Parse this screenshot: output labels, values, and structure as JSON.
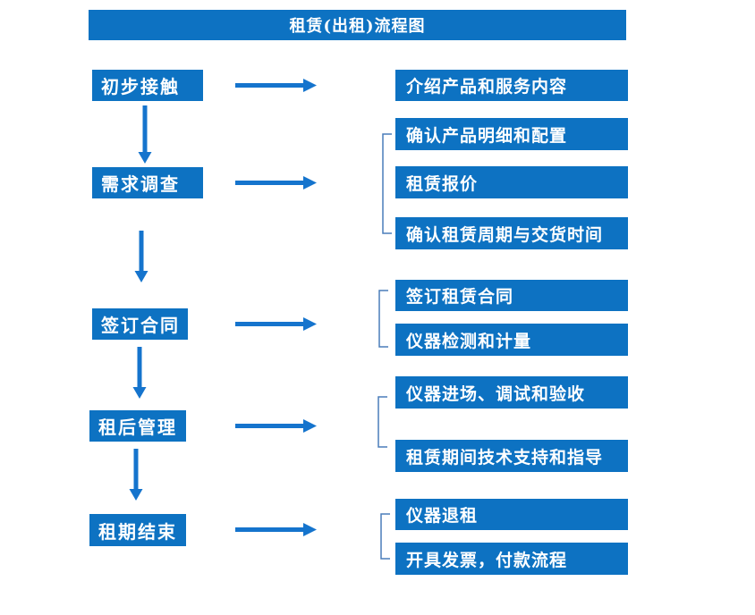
{
  "title": "租赁(出租)流程图",
  "colors": {
    "box_blue": "#0d72c2",
    "arrow_blue": "#1574cd",
    "bracket_blue": "#4a7dba",
    "text": "#ffffff",
    "background": "#ffffff"
  },
  "flow": [
    {
      "stage": "初步接触",
      "details": [
        "介绍产品和服务内容"
      ]
    },
    {
      "stage": "需求调查",
      "details": [
        "确认产品明细和配置",
        "租赁报价",
        "确认租赁周期与交货时间"
      ]
    },
    {
      "stage": "签订合同",
      "details": [
        "签订租赁合同",
        "仪器检测和计量"
      ]
    },
    {
      "stage": "租后管理",
      "details": [
        "仪器进场、调试和验收",
        "租赁期间技术支持和指导"
      ]
    },
    {
      "stage": "租期结束",
      "details": [
        "仪器退租",
        "开具发票，付款流程"
      ]
    }
  ]
}
